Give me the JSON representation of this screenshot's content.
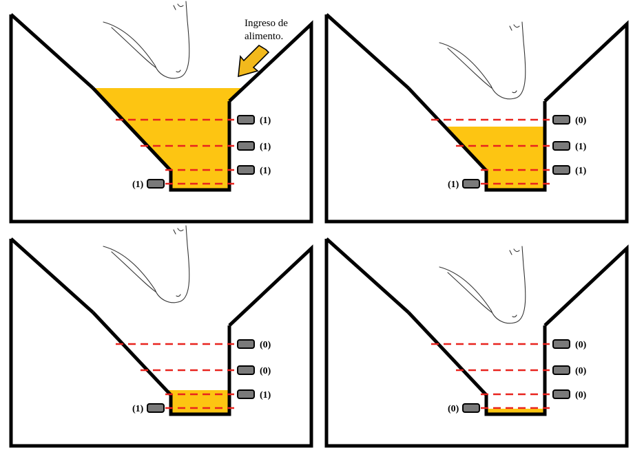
{
  "annotation": {
    "line1": "Ingreso de",
    "line2": "alimento.",
    "arrow_color": "#f2b91c"
  },
  "colors": {
    "food": "#fdc512",
    "laser": "#e8231e",
    "sensor": "#7a7a7a",
    "outline": "#000000"
  },
  "panels": [
    {
      "id": "top-left",
      "fill_level": 4,
      "sensor_readings": [
        "(1)",
        "(1)",
        "(1)",
        "(1)"
      ]
    },
    {
      "id": "top-right",
      "fill_level": 3,
      "sensor_readings": [
        "(0)",
        "(1)",
        "(1)",
        "(1)"
      ]
    },
    {
      "id": "bottom-left",
      "fill_level": 2,
      "sensor_readings": [
        "(0)",
        "(0)",
        "(1)",
        "(1)"
      ]
    },
    {
      "id": "bottom-right",
      "fill_level": 1,
      "sensor_readings": [
        "(0)",
        "(0)",
        "(0)",
        "(0)"
      ]
    }
  ]
}
